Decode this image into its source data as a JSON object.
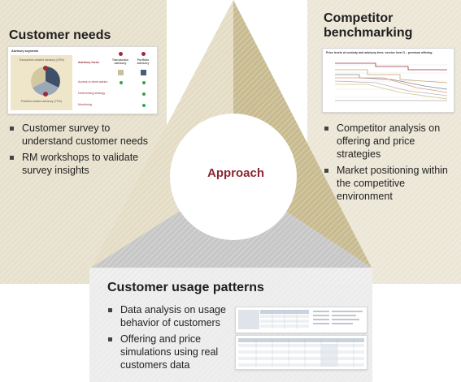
{
  "center": {
    "label": "Approach"
  },
  "panels": {
    "customer_needs": {
      "title": "Customer needs",
      "bullets": [
        "Customer survey to understand customer needs",
        "RM workshops to validate survey insights"
      ],
      "thumbnail": {
        "title": "Advisory segments",
        "pie_labels": [
          "Transaction-related advisory (39%)",
          "Portfolio-related advisory (72%)"
        ],
        "table_headers": [
          "Advisory focus",
          "Transaction advisory",
          "Portfolio advisory"
        ],
        "table_rows": [
          "Access to client advice",
          "Determining strategy",
          "Monitoring"
        ]
      }
    },
    "competitor": {
      "title": "Competitor benchmarking",
      "bullets": [
        "Competitor analysis on offering and price strategies",
        "Market positioning within the competitive environment"
      ],
      "thumbnail": {
        "title": "Price levels of custody and advisory fees: service level 3 – premium offering"
      }
    },
    "usage": {
      "title": "Customer usage patterns",
      "bullets": [
        "Data analysis on usage behavior of customers",
        "Offering and price simulations using real customers data"
      ]
    }
  },
  "colors": {
    "left_panel": "#e6e0cc",
    "right_panel": "#ebe6d6",
    "bottom_panel": "#ececec",
    "triangle_left": "#e4dcc5",
    "triangle_right": "#c8bb90",
    "triangle_bottom": "#c7c7c7",
    "approach_text": "#8b2635"
  }
}
